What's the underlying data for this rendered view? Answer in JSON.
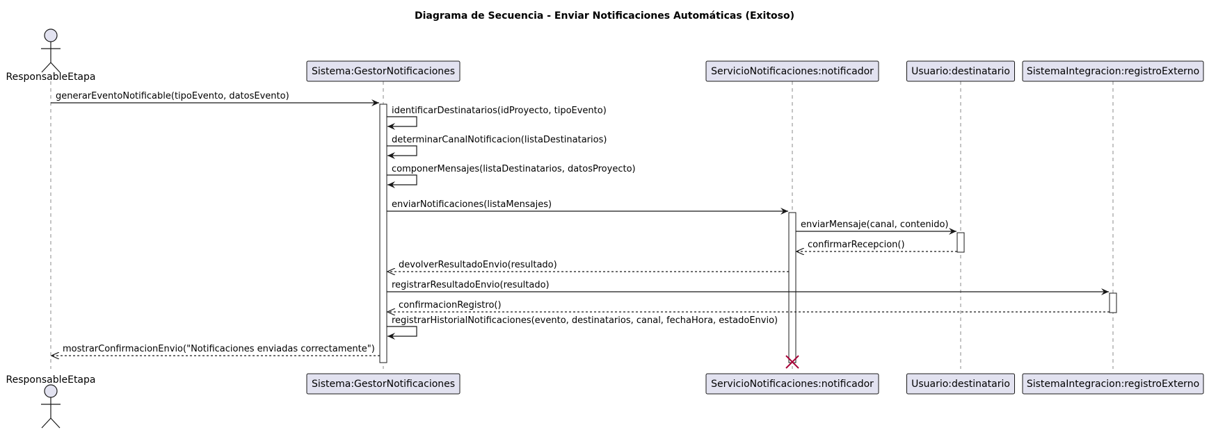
{
  "diagram": {
    "title": "Diagrama de Secuencia - Enviar Notificaciones Automáticas (Exitoso)",
    "participants": [
      {
        "id": "responsable",
        "label": "ResponsableEtapa",
        "kind": "actor"
      },
      {
        "id": "gestor",
        "label": "Sistema:GestorNotificaciones",
        "kind": "participant"
      },
      {
        "id": "notificador",
        "label": "ServicioNotificaciones:notificador",
        "kind": "participant"
      },
      {
        "id": "destinatario",
        "label": "Usuario:destinatario",
        "kind": "participant"
      },
      {
        "id": "registro",
        "label": "SistemaIntegracion:registroExterno",
        "kind": "participant"
      }
    ],
    "messages": [
      {
        "from": "responsable",
        "to": "gestor",
        "label": "generarEventoNotificable(tipoEvento, datosEvento)",
        "kind": "sync"
      },
      {
        "from": "gestor",
        "to": "gestor",
        "label": "identificarDestinatarios(idProyecto, tipoEvento)",
        "kind": "self"
      },
      {
        "from": "gestor",
        "to": "gestor",
        "label": "determinarCanalNotificacion(listaDestinatarios)",
        "kind": "self"
      },
      {
        "from": "gestor",
        "to": "gestor",
        "label": "componerMensajes(listaDestinatarios, datosProyecto)",
        "kind": "self"
      },
      {
        "from": "gestor",
        "to": "notificador",
        "label": "enviarNotificaciones(listaMensajes)",
        "kind": "sync"
      },
      {
        "from": "notificador",
        "to": "destinatario",
        "label": "enviarMensaje(canal, contenido)",
        "kind": "sync"
      },
      {
        "from": "destinatario",
        "to": "notificador",
        "label": "confirmarRecepcion()",
        "kind": "return"
      },
      {
        "from": "notificador",
        "to": "gestor",
        "label": "devolverResultadoEnvio(resultado)",
        "kind": "return"
      },
      {
        "from": "gestor",
        "to": "registro",
        "label": "registrarResultadoEnvio(resultado)",
        "kind": "sync"
      },
      {
        "from": "registro",
        "to": "gestor",
        "label": "confirmacionRegistro()",
        "kind": "return"
      },
      {
        "from": "gestor",
        "to": "gestor",
        "label": "registrarHistorialNotificaciones(evento, destinatarios, canal, fechaHora, estadoEnvio)",
        "kind": "self"
      },
      {
        "from": "gestor",
        "to": "responsable",
        "label": "mostrarConfirmacionEnvio(\"Notificaciones enviadas correctamente\")",
        "kind": "return"
      }
    ],
    "colors": {
      "participant_fill": "#e2e2f0",
      "participant_stroke": "#181818",
      "lifeline": "#888888",
      "destroy": "#a80036"
    }
  }
}
